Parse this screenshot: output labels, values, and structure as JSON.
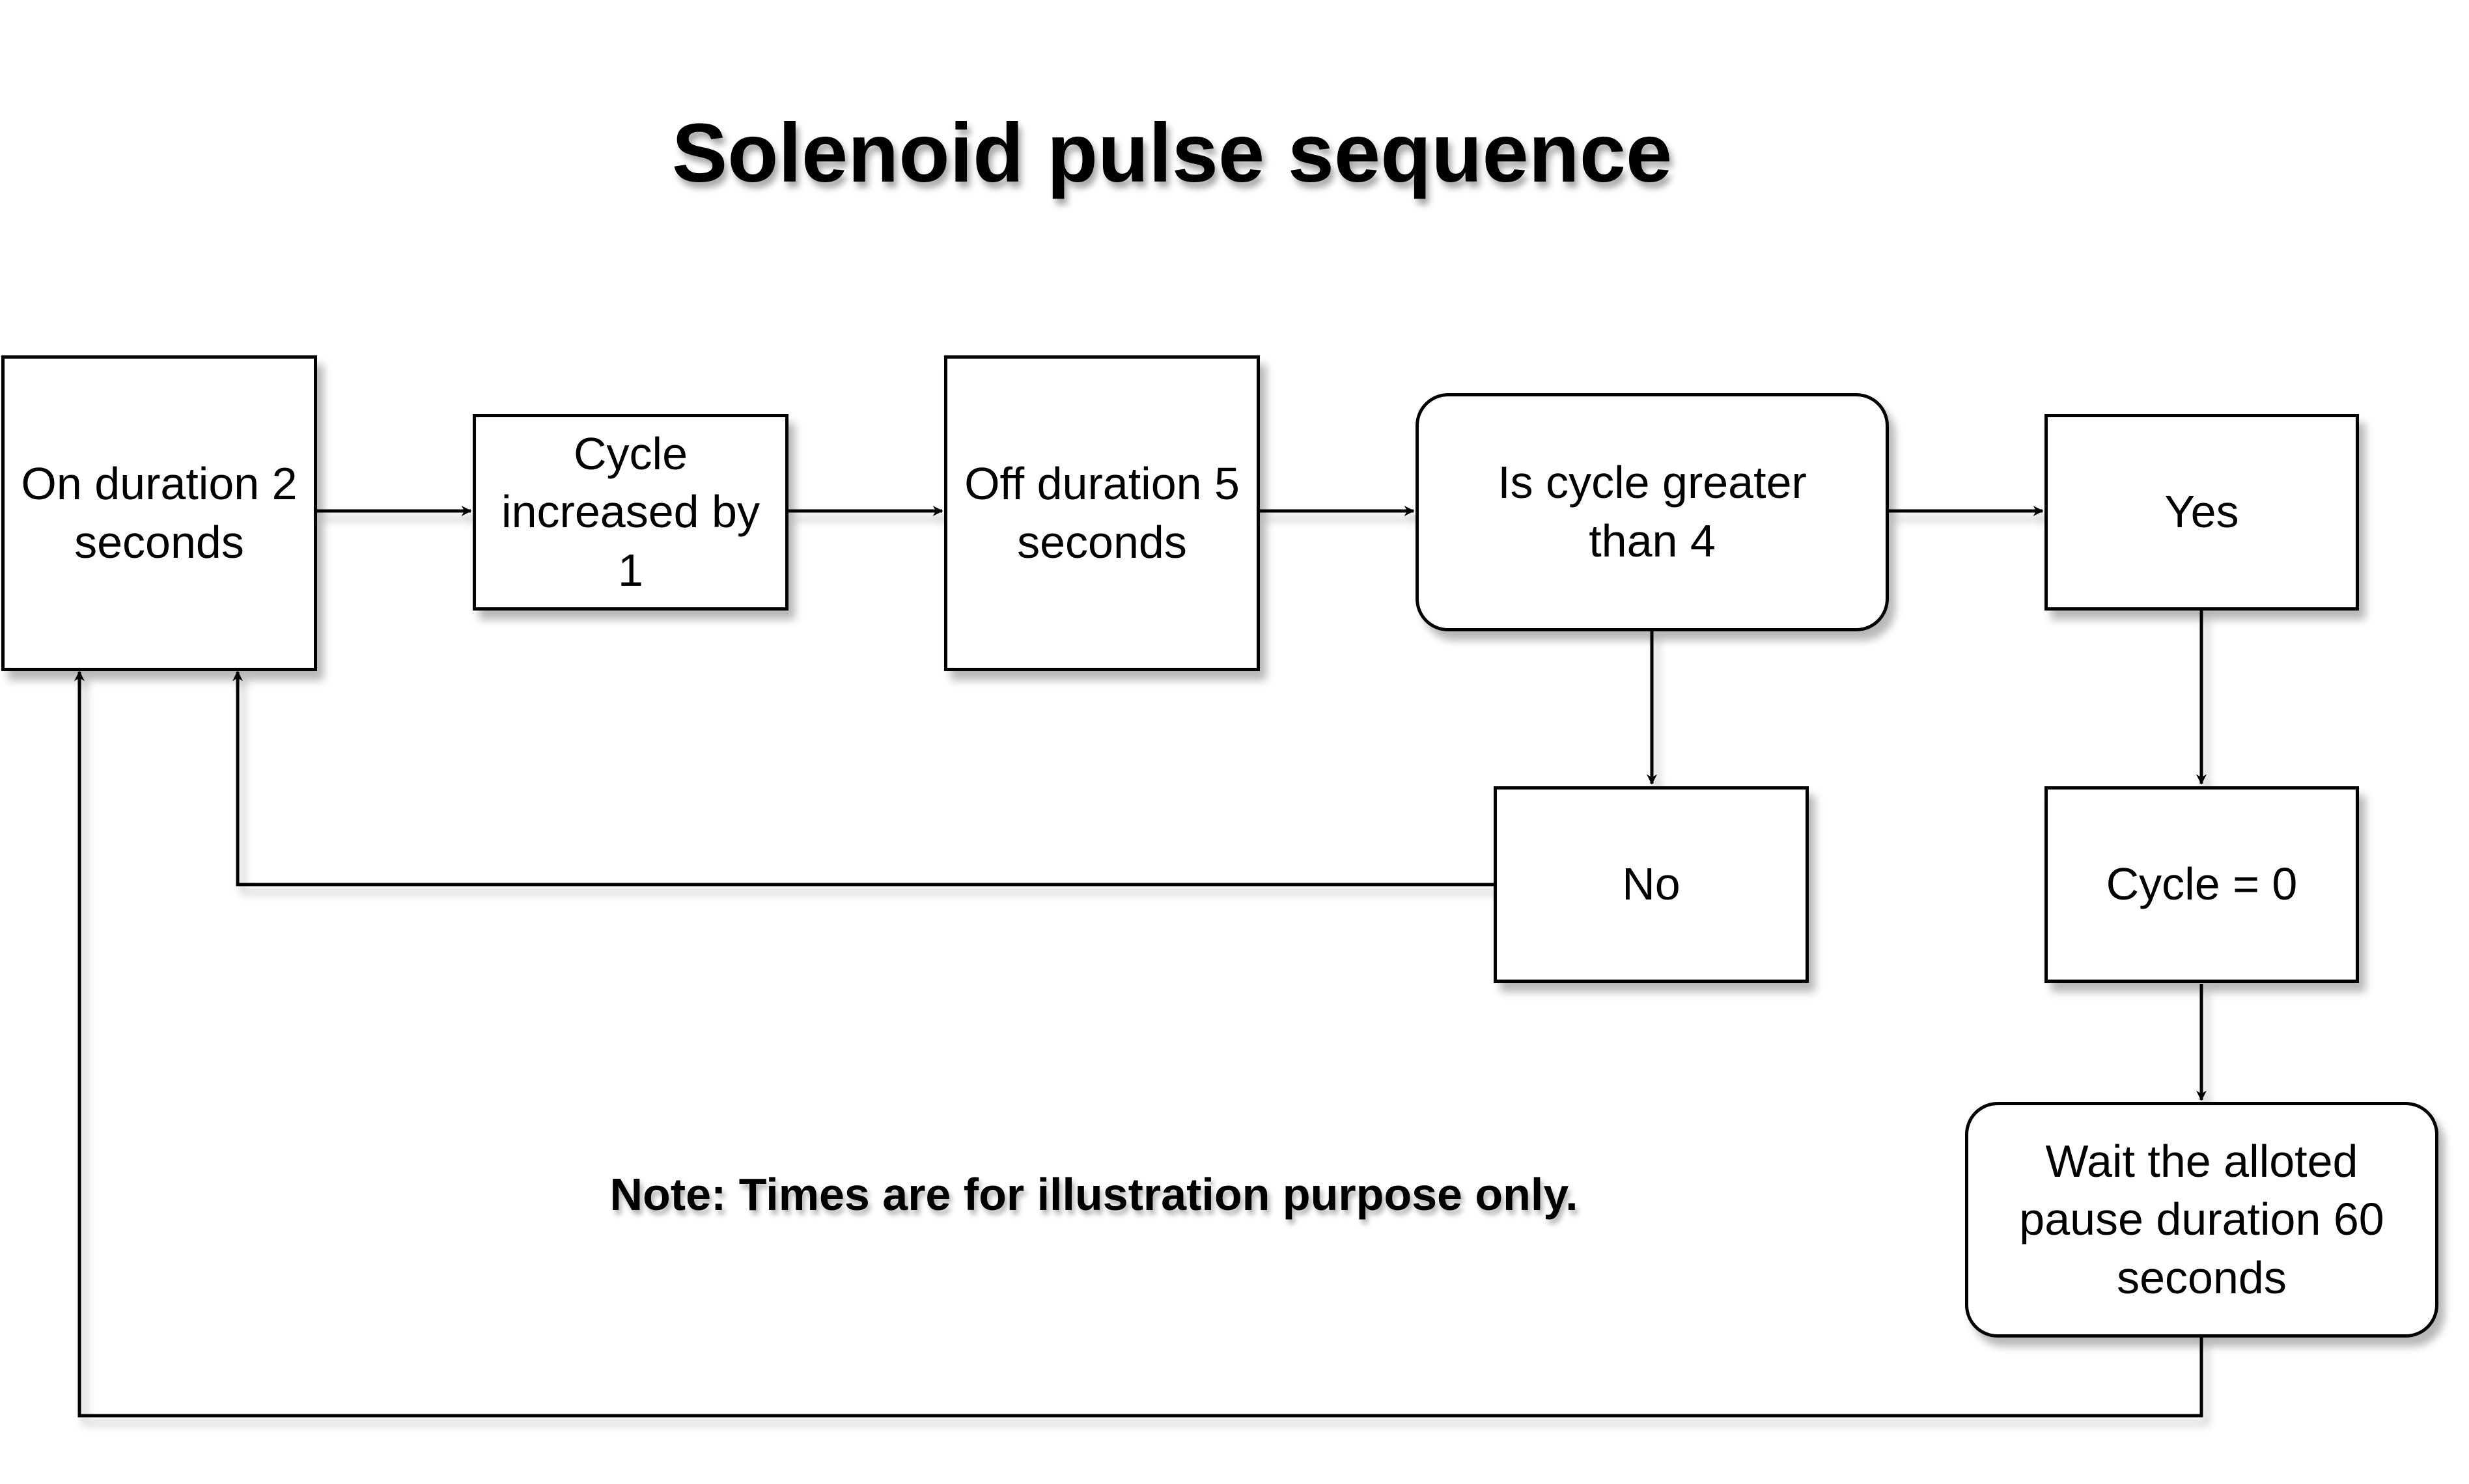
{
  "title": "Solenoid pulse sequence",
  "note": "Note: Times are for illustration purpose only.",
  "nodes": {
    "on_duration": "On duration 2\nseconds",
    "cycle_increase": "Cycle\nincreased by\n1",
    "off_duration": "Off duration 5\nseconds",
    "decision": "Is cycle greater\nthan 4",
    "yes": "Yes",
    "no": "No",
    "cycle_reset": "Cycle = 0",
    "wait": "Wait the alloted\npause duration 60\nseconds"
  },
  "colors": {
    "line": "#000000",
    "fill": "#ffffff"
  }
}
